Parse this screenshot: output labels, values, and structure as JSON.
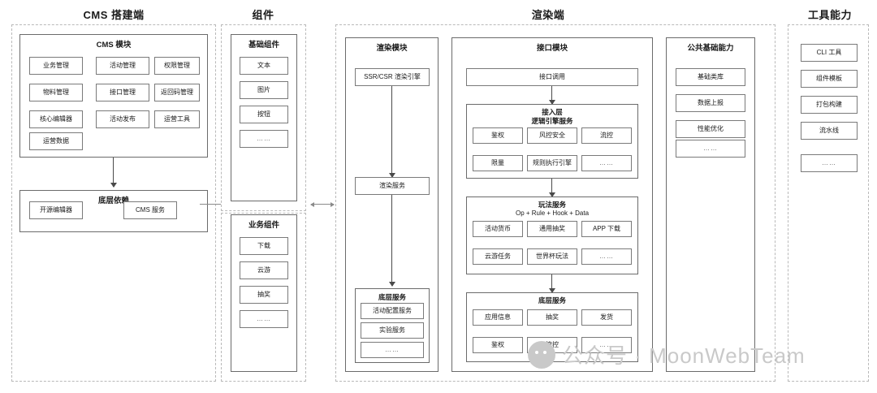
{
  "diagram": {
    "watermark": {
      "icon": "wechat-icon",
      "text": "公众号 · MoonWebTeam"
    },
    "columns": [
      {
        "id": "cms",
        "title": "CMS 搭建端"
      },
      {
        "id": "components",
        "title": "组件"
      },
      {
        "id": "render",
        "title": "渲染端"
      },
      {
        "id": "tools",
        "title": "工具能力"
      }
    ]
  },
  "cms": {
    "module": {
      "title": "CMS 模块",
      "items": [
        "业务管理",
        "活动管理",
        "权限管理",
        "物料管理",
        "接口管理",
        "返回码管理",
        "核心编辑器",
        "活动发布",
        "运营工具",
        "运营数据"
      ]
    },
    "base": {
      "title": "底层依赖",
      "items": [
        "开源编辑器",
        "CMS 服务"
      ]
    }
  },
  "components": {
    "basic": {
      "title": "基础组件",
      "items": [
        "文本",
        "图片",
        "按钮",
        "……"
      ]
    },
    "business": {
      "title": "业务组件",
      "items": [
        "下载",
        "云游",
        "抽奖",
        "……"
      ]
    }
  },
  "render": {
    "render_module": {
      "title": "渲染模块",
      "engine": "SSR/CSR 渲染引擎",
      "service": "渲染服务",
      "base": {
        "title": "底层服务",
        "items": [
          "活动配置服务",
          "实验服务",
          "……"
        ]
      }
    },
    "api_module": {
      "title": "接口模块",
      "call": "接口调用",
      "access": {
        "title": "接入层\n逻辑引擎服务",
        "items": [
          "鉴权",
          "风控安全",
          "流控",
          "限量",
          "规则执行引擎",
          "……"
        ]
      },
      "gameplay": {
        "title": "玩法服务",
        "subtitle": "Op + Rule + Hook + Data",
        "items": [
          "活动货币",
          "通用抽奖",
          "APP 下载",
          "云游任务",
          "世界杯玩法",
          "……"
        ]
      },
      "base": {
        "title": "底层服务",
        "items": [
          "应用信息",
          "抽奖",
          "发货",
          "鉴权",
          "流控",
          "……"
        ]
      }
    },
    "common": {
      "title": "公共基础能力",
      "items": [
        "基础类库",
        "数据上报",
        "性能优化",
        "……"
      ]
    }
  },
  "tools": {
    "items": [
      "CLI 工具",
      "组件模板",
      "打包构建",
      "流水线",
      "……"
    ]
  }
}
